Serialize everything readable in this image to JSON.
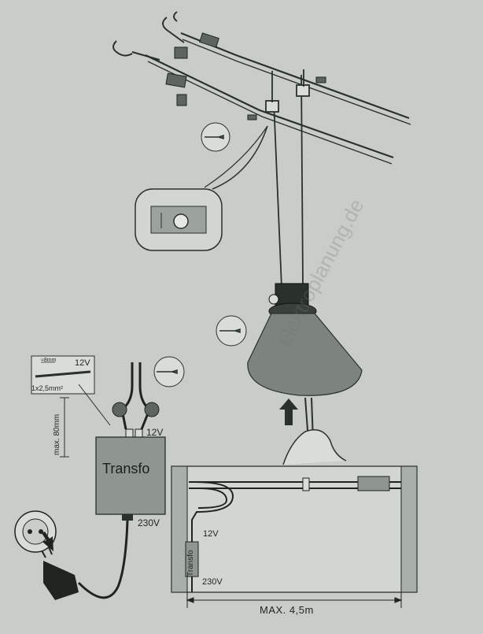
{
  "labels": {
    "voltage_low": "12V",
    "voltage_high": "230V",
    "strip_length": "≈8mm",
    "cable_spec": "1x2,5mm²",
    "max_lead": "max. 80mm",
    "transformer": "Transfo",
    "max_span": "MAX. 4,5m",
    "watermark": "elektroplanung.de"
  },
  "colors": {
    "background": "#c9cdc8",
    "line": "#1f2420",
    "shade": "#7d837e",
    "transformer": "#8f958f"
  }
}
